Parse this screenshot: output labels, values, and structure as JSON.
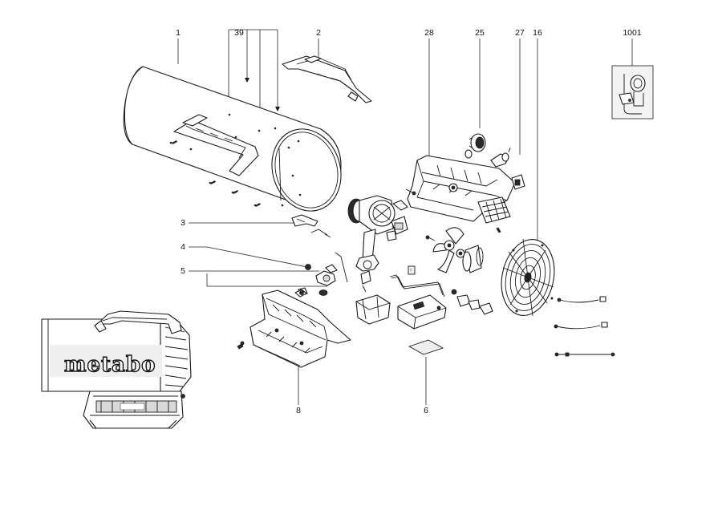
{
  "labels": {
    "l1": "1",
    "l39": "39",
    "l2": "2",
    "l28": "28",
    "l25": "25",
    "l27": "27",
    "l16": "16",
    "l1001": "1001",
    "l3": "3",
    "l4": "4",
    "l5": "5",
    "l8": "8",
    "l6": "6"
  },
  "brand_logo_text": "metabo",
  "colors": {
    "line": "#1a1a1a",
    "fill_light": "#efefef",
    "fill_mid": "#d9d9d9",
    "fill_dark": "#2a2a2a"
  }
}
